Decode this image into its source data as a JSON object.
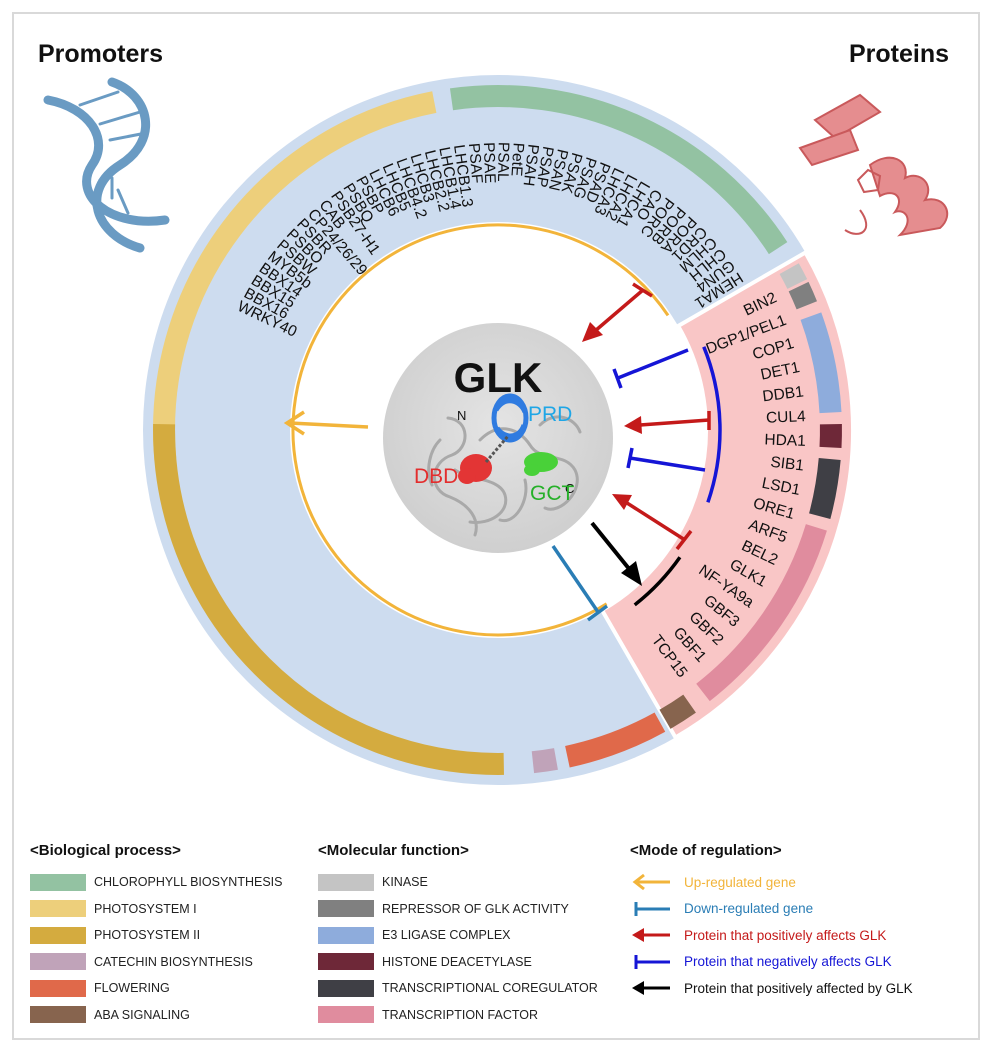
{
  "headings": {
    "promoters": "Promoters",
    "proteins": "Proteins"
  },
  "center": {
    "title": "GLK",
    "n": "N",
    "c": "C",
    "prd": "PRD",
    "dbd": "DBD",
    "gct": "GCT"
  },
  "promoter_genes": [
    "HEMA1",
    "GUN4",
    "CHLH",
    "CHLM",
    "CRD1",
    "PORA",
    "PORB",
    "PORC",
    "CAO",
    "LHCA1",
    "LHCA2",
    "LHCA3",
    "PSAD",
    "PSAG",
    "PSAK",
    "PSAN",
    "PSAP",
    "PSAH",
    "PetE",
    "PSAL",
    "PSAE",
    "PSAF",
    "LHCB1.3",
    "LHCB1.4",
    "LHCB2.2",
    "LHCB3",
    "LHCB4.2",
    "LHCB5",
    "LHCB6",
    "PSBP",
    "PSBQ",
    "PSB27-H1",
    "CAB",
    "CP24/26/29",
    "PSBR",
    "PSBO",
    "PSBW",
    "MYB5b",
    "BBX14",
    "BBX15",
    "BBX16",
    "WRKY40"
  ],
  "protein_genes": [
    "BIN2",
    "DGP1/PEL1",
    "COP1",
    "DET1",
    "DDB1",
    "CUL4",
    "HDA1",
    "SIB1",
    "LSD1",
    "ORE1",
    "ARF5",
    "BEL2",
    "GLK1",
    "NF-YA9a",
    "GBF3",
    "GBF2",
    "GBF1",
    "TCP15"
  ],
  "legend": {
    "biological": {
      "title": "<Biological process>",
      "items": [
        {
          "label": "CHLOROPHYLL BIOSYNTHESIS",
          "color": "#93c2a2"
        },
        {
          "label": "PHOTOSYSTEM I",
          "color": "#edcf7b"
        },
        {
          "label": "PHOTOSYSTEM II",
          "color": "#d4ab3f"
        },
        {
          "label": "CATECHIN BIOSYNTHESIS",
          "color": "#c0a3b9"
        },
        {
          "label": "FLOWERING",
          "color": "#e0694a"
        },
        {
          "label": "ABA SIGNALING",
          "color": "#87644e"
        }
      ]
    },
    "molecular": {
      "title": "<Molecular function>",
      "items": [
        {
          "label": "KINASE",
          "color": "#c4c4c4"
        },
        {
          "label": "REPRESSOR OF GLK ACTIVITY",
          "color": "#808080"
        },
        {
          "label": "E3 LIGASE COMPLEX",
          "color": "#8eacdc"
        },
        {
          "label": "HISTONE DEACETYLASE",
          "color": "#6e2838"
        },
        {
          "label": "TRANSCRIPTIONAL COREGULATOR",
          "color": "#3f3f45"
        },
        {
          "label": "TRANSCRIPTION FACTOR",
          "color": "#e08c9e"
        }
      ]
    },
    "mode": {
      "title": "<Mode of regulation>",
      "items": [
        {
          "label": "Up-regulated gene",
          "color": "#f2b43a",
          "kind": "arrow"
        },
        {
          "label": "Down-regulated gene",
          "color": "#2a7db5",
          "kind": "bar"
        },
        {
          "label": "Protein that positively affects GLK",
          "color": "#c41a1a",
          "kind": "arrow"
        },
        {
          "label": "Protein that negatively affects GLK",
          "color": "#1515d6",
          "kind": "bar"
        },
        {
          "label": "Protein that positively affected by GLK",
          "color": "#000000",
          "kind": "arrow"
        }
      ]
    }
  }
}
